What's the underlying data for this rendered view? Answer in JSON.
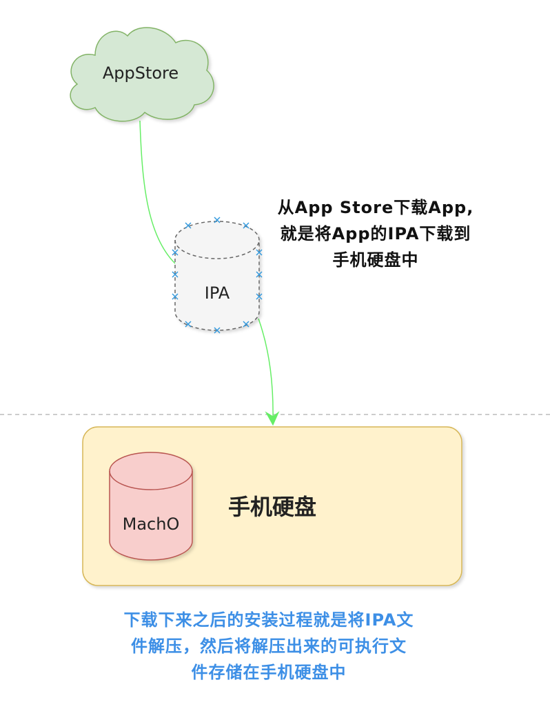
{
  "diagram": {
    "nodes": {
      "appstore": {
        "label": "AppStore",
        "shape": "cloud",
        "fill": "#d5e8d4",
        "stroke": "#82b366"
      },
      "ipa": {
        "label": "IPA",
        "shape": "cylinder",
        "fill": "#f5f5f5",
        "stroke": "#666666",
        "style": "dashed"
      },
      "container": {
        "label": "手机硬盘",
        "shape": "rounded-rectangle",
        "fill": "#fff2cc",
        "stroke": "#d6b656"
      },
      "macho": {
        "label": "MachO",
        "shape": "cylinder",
        "fill": "#f8cecc",
        "stroke": "#b85450"
      }
    },
    "edges": [
      {
        "from": "appstore",
        "to": "ipa",
        "color": "#66ee66"
      },
      {
        "from": "ipa",
        "to": "container",
        "color": "#66ee66"
      }
    ],
    "notes": {
      "download": "从App Store下载App,\n就是将App的IPA下载到\n手机硬盘中",
      "install": "下载下来之后的安装过程就是将IPA文\n件解压，然后将解压出来的可执行文\n件存储在手机硬盘中"
    },
    "colors": {
      "install_note": "#3d8fe6",
      "divider": "#bbbbbb",
      "ipa_markers": "#3399dd"
    }
  }
}
